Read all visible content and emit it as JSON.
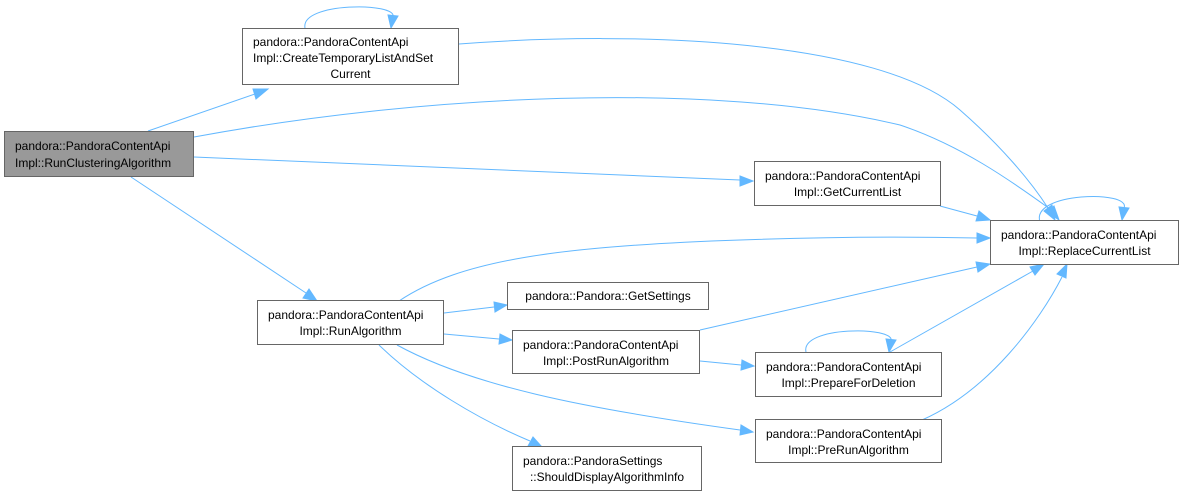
{
  "nodes": {
    "run_clustering": {
      "lines": [
        "pandora::PandoraContentApi",
        "Impl::RunClusteringAlgorithm"
      ],
      "highlight": true
    },
    "create_temp": {
      "lines": [
        "pandora::PandoraContentApi",
        "Impl::CreateTemporaryListAndSet",
        "Current"
      ]
    },
    "get_current_list": {
      "lines": [
        "pandora::PandoraContentApi",
        "Impl::GetCurrentList"
      ]
    },
    "replace_current_list": {
      "lines": [
        "pandora::PandoraContentApi",
        "Impl::ReplaceCurrentList"
      ]
    },
    "run_algorithm": {
      "lines": [
        "pandora::PandoraContentApi",
        "Impl::RunAlgorithm"
      ]
    },
    "get_settings": {
      "lines": [
        "pandora::Pandora::GetSettings"
      ]
    },
    "post_run": {
      "lines": [
        "pandora::PandoraContentApi",
        "Impl::PostRunAlgorithm"
      ]
    },
    "prepare_deletion": {
      "lines": [
        "pandora::PandoraContentApi",
        "Impl::PrepareForDeletion"
      ]
    },
    "pre_run": {
      "lines": [
        "pandora::PandoraContentApi",
        "Impl::PreRunAlgorithm"
      ]
    },
    "should_display": {
      "lines": [
        "pandora::PandoraSettings",
        "::ShouldDisplayAlgorithmInfo"
      ]
    }
  },
  "edges": [
    {
      "from": "run_clustering",
      "to": "create_temp"
    },
    {
      "from": "run_clustering",
      "to": "replace_current_list"
    },
    {
      "from": "run_clustering",
      "to": "get_current_list"
    },
    {
      "from": "run_clustering",
      "to": "run_algorithm"
    },
    {
      "from": "create_temp",
      "to": "create_temp"
    },
    {
      "from": "create_temp",
      "to": "replace_current_list"
    },
    {
      "from": "get_current_list",
      "to": "replace_current_list"
    },
    {
      "from": "replace_current_list",
      "to": "replace_current_list"
    },
    {
      "from": "run_algorithm",
      "to": "replace_current_list"
    },
    {
      "from": "run_algorithm",
      "to": "get_settings"
    },
    {
      "from": "run_algorithm",
      "to": "post_run"
    },
    {
      "from": "run_algorithm",
      "to": "pre_run"
    },
    {
      "from": "run_algorithm",
      "to": "should_display"
    },
    {
      "from": "post_run",
      "to": "replace_current_list"
    },
    {
      "from": "post_run",
      "to": "prepare_deletion"
    },
    {
      "from": "prepare_deletion",
      "to": "prepare_deletion"
    },
    {
      "from": "prepare_deletion",
      "to": "replace_current_list"
    },
    {
      "from": "pre_run",
      "to": "replace_current_list"
    }
  ],
  "colors": {
    "edge": "#63b8ff",
    "highlight_fill": "#999999",
    "box_stroke": "#666666"
  }
}
